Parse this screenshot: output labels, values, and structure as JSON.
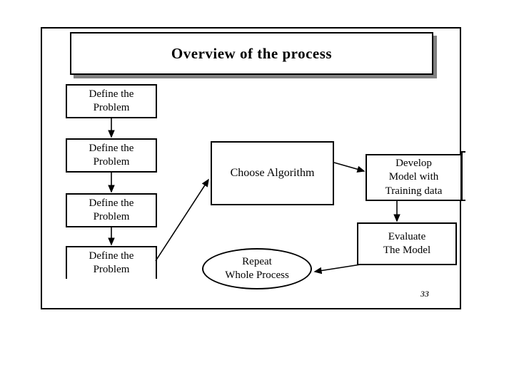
{
  "slide": {
    "title": "Overview of the process",
    "page_number": "33"
  },
  "nodes": {
    "define_1": "Define the\nProblem",
    "define_2": "Define the\nProblem",
    "define_3": "Define the\nProblem",
    "define_4": "Define the\nProblem",
    "choose_algorithm": "Choose Algorithm",
    "develop_model": "Develop\nModel with\nTraining data",
    "evaluate_model": "Evaluate\nThe Model",
    "repeat_process": "Repeat\nWhole Process"
  },
  "connectors": [
    {
      "name": "define-1-to-define-2",
      "type": "arrow-down"
    },
    {
      "name": "define-2-to-define-3",
      "type": "arrow-down"
    },
    {
      "name": "define-3-to-define-4",
      "type": "arrow-down"
    },
    {
      "name": "define-4-to-choose-algorithm",
      "type": "arrow-diagonal-up-right"
    },
    {
      "name": "choose-algorithm-to-develop-model",
      "type": "arrow-right"
    },
    {
      "name": "develop-model-to-evaluate-model",
      "type": "arrow-down"
    },
    {
      "name": "evaluate-model-to-repeat-process",
      "type": "arrow-left"
    }
  ],
  "colors": {
    "stroke": "#000000",
    "background": "#ffffff",
    "shadow": "#808080",
    "page_number": "#333333"
  }
}
